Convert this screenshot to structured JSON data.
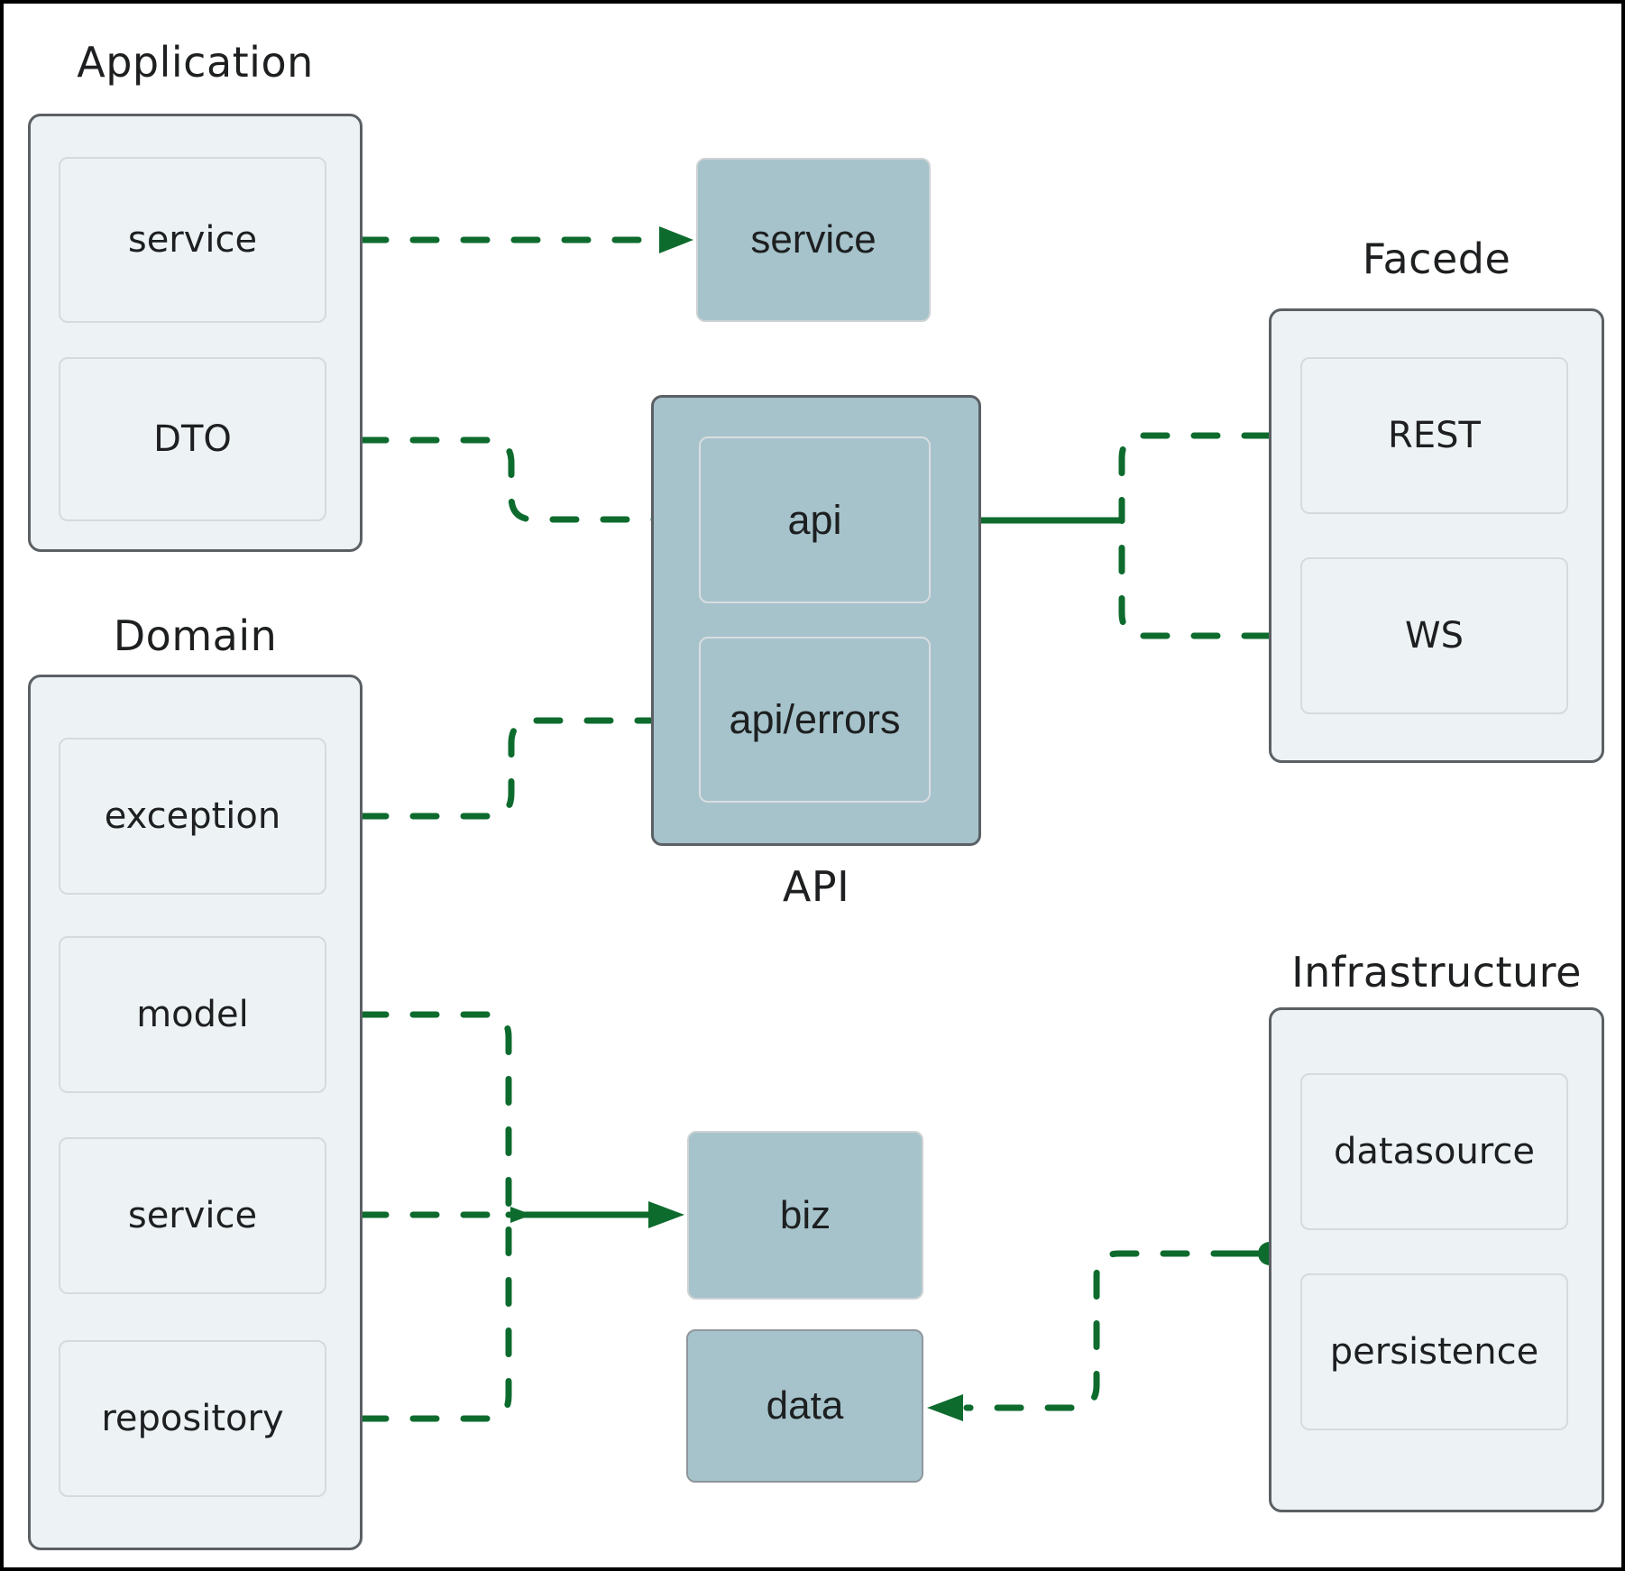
{
  "application": {
    "title": "Application",
    "items": [
      {
        "label": "service"
      },
      {
        "label": "DTO"
      }
    ]
  },
  "domain": {
    "title": "Domain",
    "items": [
      {
        "label": "exception"
      },
      {
        "label": "model"
      },
      {
        "label": "service"
      },
      {
        "label": "repository"
      }
    ]
  },
  "facade": {
    "title": "Facede",
    "items": [
      {
        "label": "REST"
      },
      {
        "label": "WS"
      }
    ]
  },
  "infrastructure": {
    "title": "Infrastructure",
    "items": [
      {
        "label": "datasource"
      },
      {
        "label": "persistence"
      }
    ]
  },
  "api_group": {
    "caption": "API",
    "items": [
      {
        "label": "api"
      },
      {
        "label": "api/errors"
      }
    ]
  },
  "nodes": {
    "service": "service",
    "biz": "biz",
    "data": "data"
  },
  "colors": {
    "arrow_green": "#0e6b2e",
    "teal_fill": "#a6c3cb",
    "panel_fill": "#edf3f4",
    "panel_border": "#5b6065",
    "inner_border": "#d6dadb",
    "teal_inner_border": "#d9dde0",
    "data_border": "#8f969b",
    "text": "#1d1f20",
    "frame": "#000000"
  }
}
